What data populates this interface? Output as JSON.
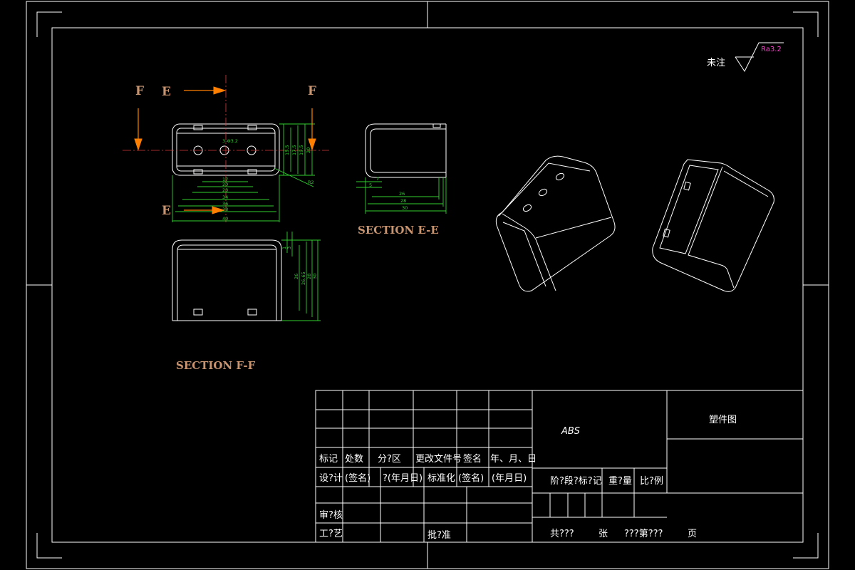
{
  "labels": {
    "section_ff": "SECTION F-F",
    "section_ee": "SECTION E-E",
    "mark_f": "F",
    "mark_e": "E"
  },
  "roughness": {
    "prefix": "未注",
    "value": "Ra3.2"
  },
  "dims": {
    "front_h": [
      "17",
      "20",
      "23",
      "34",
      "36",
      "38",
      "40"
    ],
    "front_v": [
      "15.5",
      "17.5",
      "19.5",
      "20"
    ],
    "hole": "3-Φ3.2",
    "r": "R2",
    "ee_h": [
      "26",
      "28",
      "30"
    ],
    "ee_small": [
      "7",
      "5"
    ],
    "ff_v": [
      "26",
      "26.65",
      "28",
      "30"
    ],
    "ff_small": [
      "1",
      "3"
    ]
  },
  "title_block": {
    "material": "ABS",
    "drawing_name": "塑件图",
    "rev_headers": [
      "标记",
      "处数",
      "分?区",
      "更改文件号",
      "签名",
      "年、月、日"
    ],
    "row_design": [
      "设?计",
      "(签名)",
      "?(年月日)",
      "标准化",
      "(签名)",
      "(年月日)"
    ],
    "row_check": "审?核",
    "row_process": "工?艺",
    "approve": "批?准",
    "stage_mark": "阶?段?标?记",
    "weight": "重?量",
    "scale": "比?例",
    "sheets_total": "共???",
    "sheets_unit": "张",
    "sheet_no": "???第???",
    "page": "页"
  },
  "colors": {
    "lines": "#ffffff",
    "dimensions": "#2fd02f",
    "center_lines": "#d63c3c",
    "arrows": "#ff8000",
    "section_labels": "#c89470",
    "roughness_value": "#ff3fd0"
  }
}
